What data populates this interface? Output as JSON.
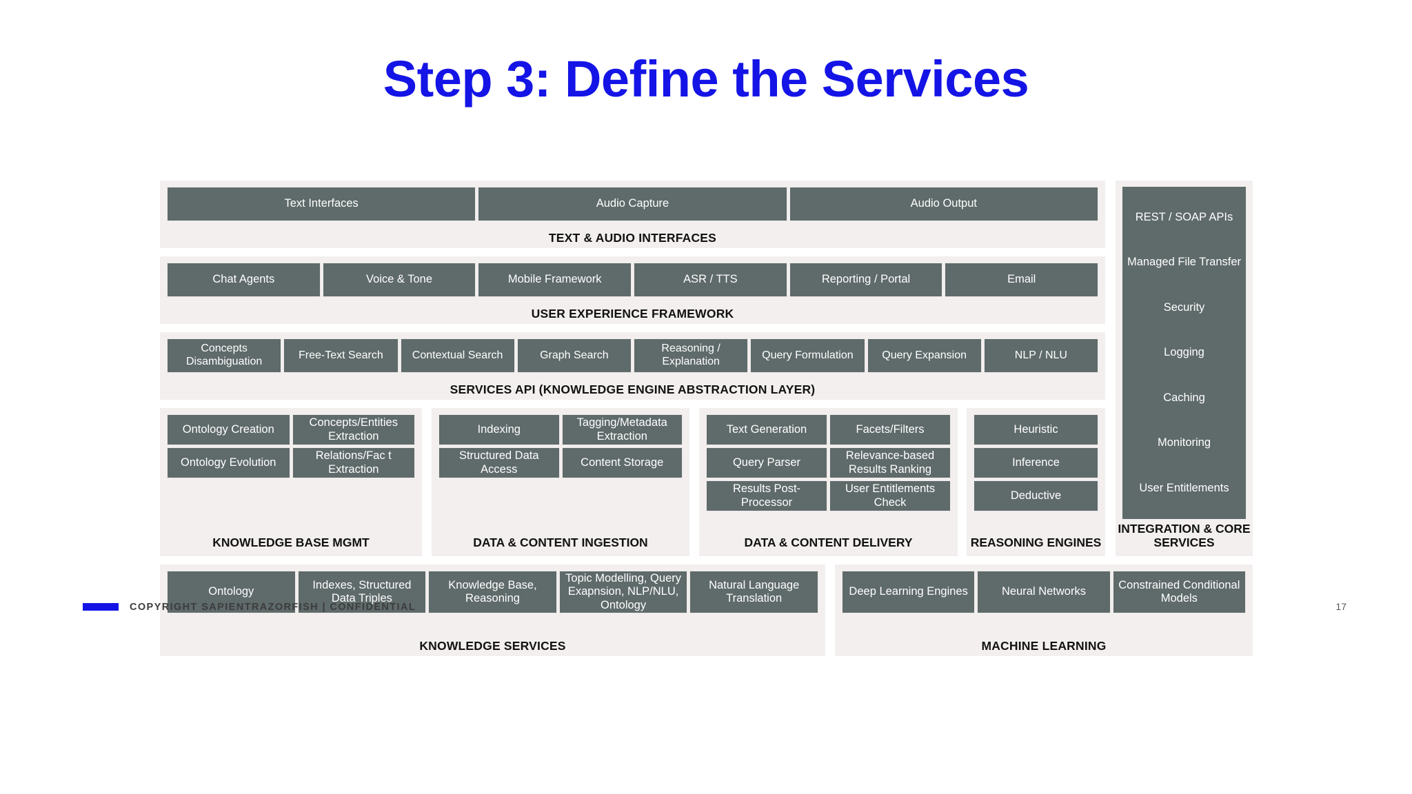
{
  "slide": {
    "title": "Step 3: Define the Services",
    "title_color": "#1414e6",
    "page_number": "17",
    "footer_text": "COPYRIGHT SAPIENTRAZORFISH | CONFIDENTIAL",
    "cell_color": "#5f6a6a",
    "band_color": "#f2efee"
  },
  "rows": {
    "interfaces": {
      "caption": "TEXT & AUDIO INTERFACES",
      "cells": [
        "Text Interfaces",
        "Audio Capture",
        "Audio Output"
      ]
    },
    "ux": {
      "caption": "USER EXPERIENCE FRAMEWORK",
      "cells": [
        "Chat Agents",
        "Voice & Tone",
        "Mobile Framework",
        "ASR / TTS",
        "Reporting / Portal",
        "Email"
      ]
    },
    "api": {
      "caption": "SERVICES API (KNOWLEDGE ENGINE ABSTRACTION LAYER)",
      "cells": [
        "Concepts Disambiguation",
        "Free-Text Search",
        "Contextual Search",
        "Graph Search",
        "Reasoning / Explanation",
        "Query Formulation",
        "Query Expansion",
        "NLP / NLU"
      ]
    },
    "knowledge_services": {
      "caption": "KNOWLEDGE SERVICES",
      "cells": [
        "Ontology",
        "Indexes, Structured Data Triples",
        "Knowledge Base, Reasoning",
        "Topic Modelling, Query Exapnsion, NLP/NLU, Ontology",
        "Natural Language Translation"
      ]
    },
    "machine_learning": {
      "caption": "MACHINE LEARNING",
      "cells": [
        "Deep Learning Engines",
        "Neural Networks",
        "Constrained Conditional Models"
      ]
    }
  },
  "groups": {
    "kbm": {
      "caption": "KNOWLEDGE BASE MGMT",
      "col1": [
        "Ontology Creation",
        "Ontology Evolution"
      ],
      "col2": [
        "Concepts/Entities Extraction",
        "Relations/Fac t  Extraction"
      ]
    },
    "ingestion": {
      "caption": "DATA & CONTENT INGESTION",
      "col1": [
        "Indexing",
        "Structured Data Access"
      ],
      "col2": [
        "Tagging/Metadata Extraction",
        "Content Storage"
      ]
    },
    "delivery": {
      "caption": "DATA & CONTENT DELIVERY",
      "col1": [
        "Text Generation",
        "Query Parser",
        "Results Post-Processor"
      ],
      "col2": [
        "Facets/Filters",
        "Relevance-based Results Ranking",
        "User Entitlements Check"
      ]
    },
    "reasoning": {
      "caption": "REASONING ENGINES",
      "col1": [
        "Heuristic",
        "Inference",
        "Deductive"
      ]
    }
  },
  "core_services": {
    "caption": "INTEGRATION & CORE SERVICES",
    "items": [
      "REST / SOAP APIs",
      "Managed File Transfer",
      "Security",
      "Logging",
      "Caching",
      "Monitoring",
      "User Entitlements"
    ]
  }
}
